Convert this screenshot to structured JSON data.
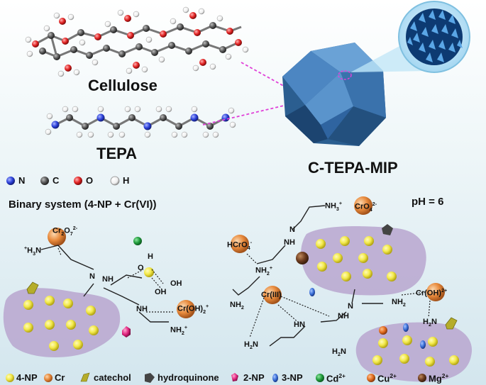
{
  "labels": {
    "cellulose": "Cellulose",
    "tepa": "TEPA",
    "product": "C-TEPA-MIP",
    "binary_system": "Binary system (4-NP + Cr(VI))",
    "ph": "pH = 6"
  },
  "atom_legend": [
    {
      "symbol": "N",
      "color": "#2a3fd8"
    },
    {
      "symbol": "C",
      "color": "#555555"
    },
    {
      "symbol": "O",
      "color": "#e02020"
    },
    {
      "symbol": "H",
      "color": "#f2f2f2"
    }
  ],
  "species_legend": [
    {
      "label": "4-NP",
      "color": "#f2e94a",
      "icon": "yellow-sphere-icon"
    },
    {
      "label": "Cr",
      "color": "#e88a3c",
      "icon": "orange-sphere-icon"
    },
    {
      "label": "catechol",
      "color": "#b5ad2a",
      "icon": "olive-hexagon-icon"
    },
    {
      "label": "hydroquinone",
      "color": "#444444",
      "icon": "dark-hexagon-icon"
    },
    {
      "label": "2-NP",
      "color": "#e0237d",
      "icon": "magenta-gem-icon"
    },
    {
      "label": "3-NP",
      "color": "#3a6fd8",
      "icon": "blue-capsule-icon"
    },
    {
      "label": "Cd",
      "sup": "2+",
      "color": "#1e9a3a",
      "icon": "green-sphere-icon"
    },
    {
      "label": "Cu",
      "sup": "2+",
      "color": "#e06a1e",
      "icon": "orange-red-sphere-icon"
    },
    {
      "label": "Mg",
      "sup": "2+",
      "color": "#6b3a1e",
      "icon": "brown-sphere-icon"
    }
  ],
  "chem": {
    "cr2o7": {
      "base": "Cr",
      "sub1": "2",
      "mid": "O",
      "sub2": "7",
      "sup": "2-"
    },
    "h3n_left": {
      "pre": "+",
      "base": "H",
      "sub": "3",
      "tail": "N"
    },
    "h": "H",
    "o": "O",
    "oh_a": "OH",
    "oh_b": "OH",
    "n_left": "N",
    "nh_left": "NH",
    "nh_left2": "NH",
    "croh2": {
      "base": "Cr(OH)",
      "sub": "2",
      "sup": "+"
    },
    "nh2_left": {
      "base": "NH",
      "sub": "2",
      "sup": "+"
    },
    "nh3_right": {
      "base": "NH",
      "sub": "3",
      "sup": "+"
    },
    "cro4": {
      "base": "CrO",
      "sub": "4",
      "sup": "2-"
    },
    "n_r1": "N",
    "nh_r1": "NH",
    "hcro4": {
      "base": "HCrO",
      "sub": "4",
      "sup": "-"
    },
    "nh2_r": {
      "base": "NH",
      "sub": "2",
      "sup": "+"
    },
    "nh2_low": {
      "base": "NH",
      "sub": "2"
    },
    "cr3": "Cr(III)",
    "n_r2": "N",
    "nh_r2": "NH",
    "hn_r": "HN",
    "h2n_r": {
      "base": "H",
      "sub": "2",
      "tail": "N"
    },
    "nh2_r3": {
      "base": "NH",
      "sub": "2"
    },
    "croh_r": {
      "base": "Cr(OH)",
      "sup": "2+"
    },
    "h2n_r2": {
      "base": "H",
      "sub": "2",
      "tail": "N"
    },
    "h2n_r3": {
      "base": "H",
      "sub": "2",
      "tail": "N"
    }
  }
}
